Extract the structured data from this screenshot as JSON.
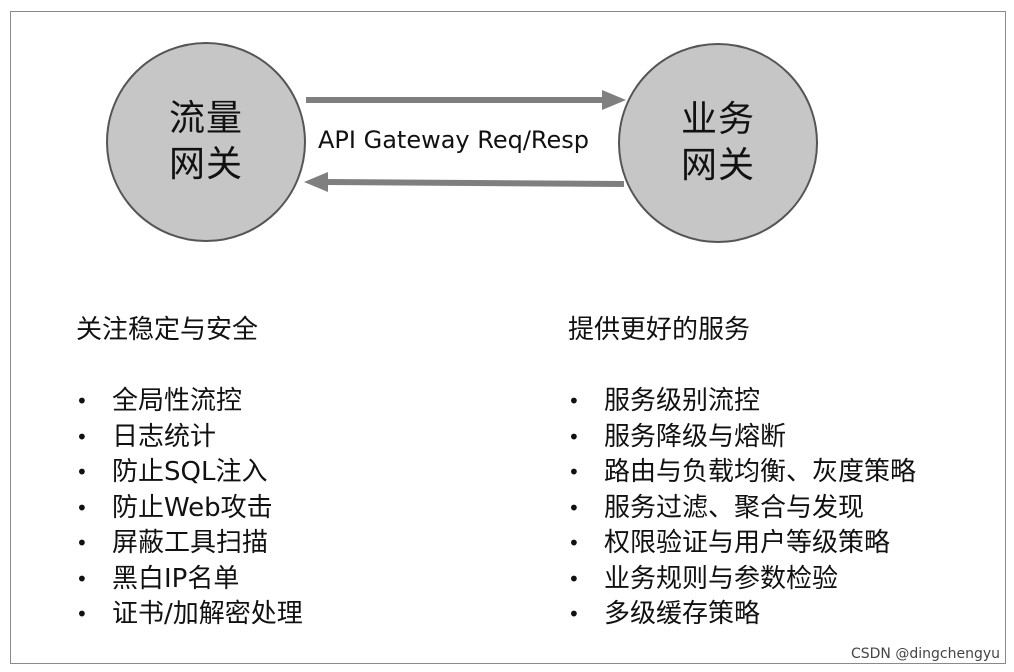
{
  "nodes": {
    "left": {
      "line1": "流量",
      "line2": "网关"
    },
    "right": {
      "line1": "业务",
      "line2": "网关"
    }
  },
  "edge_label": "API Gateway Req/Resp",
  "left_column": {
    "heading": "关注稳定与安全",
    "items": [
      "全局性流控",
      "日志统计",
      "防止SQL注入",
      "防止Web攻击",
      "屏蔽工具扫描",
      "黑白IP名单",
      "证书/加解密处理"
    ]
  },
  "right_column": {
    "heading": "提供更好的服务",
    "items": [
      "服务级别流控",
      "服务降级与熔断",
      "路由与负载均衡、灰度策略",
      "服务过滤、聚合与发现",
      "权限验证与用户等级策略",
      "业务规则与参数检验",
      "多级缓存策略"
    ]
  },
  "bullet": "•",
  "watermark": "CSDN @dingchengyu",
  "colors": {
    "node_fill": "#c6c6c6",
    "node_stroke": "#555555",
    "arrow": "#7f7f7f"
  }
}
